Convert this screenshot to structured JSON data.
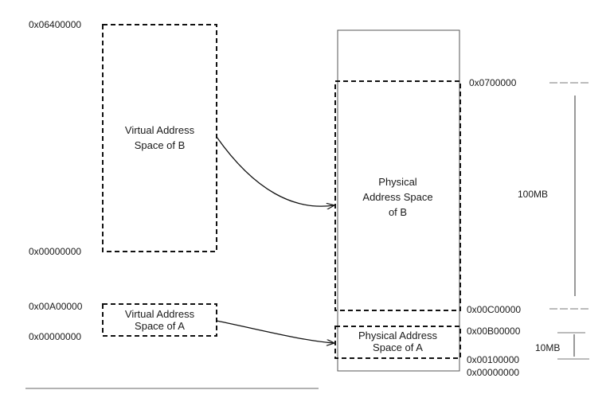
{
  "virtual_b": {
    "label_line1": "Virtual  Address",
    "label_line2": "Space of  B",
    "addr_top": "0x06400000",
    "addr_bottom": "0x00000000"
  },
  "virtual_a": {
    "label_line1": "Virtual Address",
    "label_line2": "Space of A",
    "addr_top": "0x00A00000",
    "addr_bottom": "0x00000000"
  },
  "physical_b": {
    "label_line1": "Physical",
    "label_line2": "Address Space",
    "label_line3": "of B"
  },
  "physical_a": {
    "label_line1": "Physical Address",
    "label_line2": "Space of A"
  },
  "physical_addresses": {
    "a1": "0x0700000",
    "a2": "0x00C00000",
    "a3": "0x00B00000",
    "a4": "0x00100000",
    "a5": "0x00000000"
  },
  "sizes": {
    "size_b": "100MB",
    "size_a": "10MB"
  }
}
